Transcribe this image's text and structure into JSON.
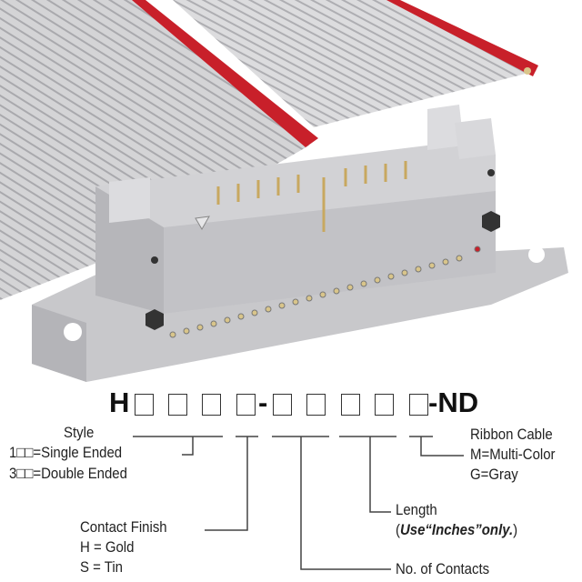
{
  "part_number": {
    "prefix": "H",
    "dash": "-",
    "suffix": "-ND"
  },
  "style": {
    "title": "Style",
    "option1": "1□□=Single Ended",
    "option2": "3□□=Double Ended"
  },
  "contact_finish": {
    "title": "Contact Finish",
    "option1": "H = Gold",
    "option2": "S = Tin"
  },
  "contacts": {
    "title": "No. of Contacts"
  },
  "length": {
    "title": "Length",
    "note_open": "(",
    "note_bold": "Use“Inches”only.",
    "note_close": ")"
  },
  "ribbon_cable": {
    "title": "Ribbon Cable",
    "option1": "M=Multi-Color",
    "option2": "G=Gray"
  },
  "colors": {
    "cable": "#c9c9cb",
    "stripe": "#c8202a",
    "connector": "#cfcfd1",
    "pin": "#c8a860"
  }
}
